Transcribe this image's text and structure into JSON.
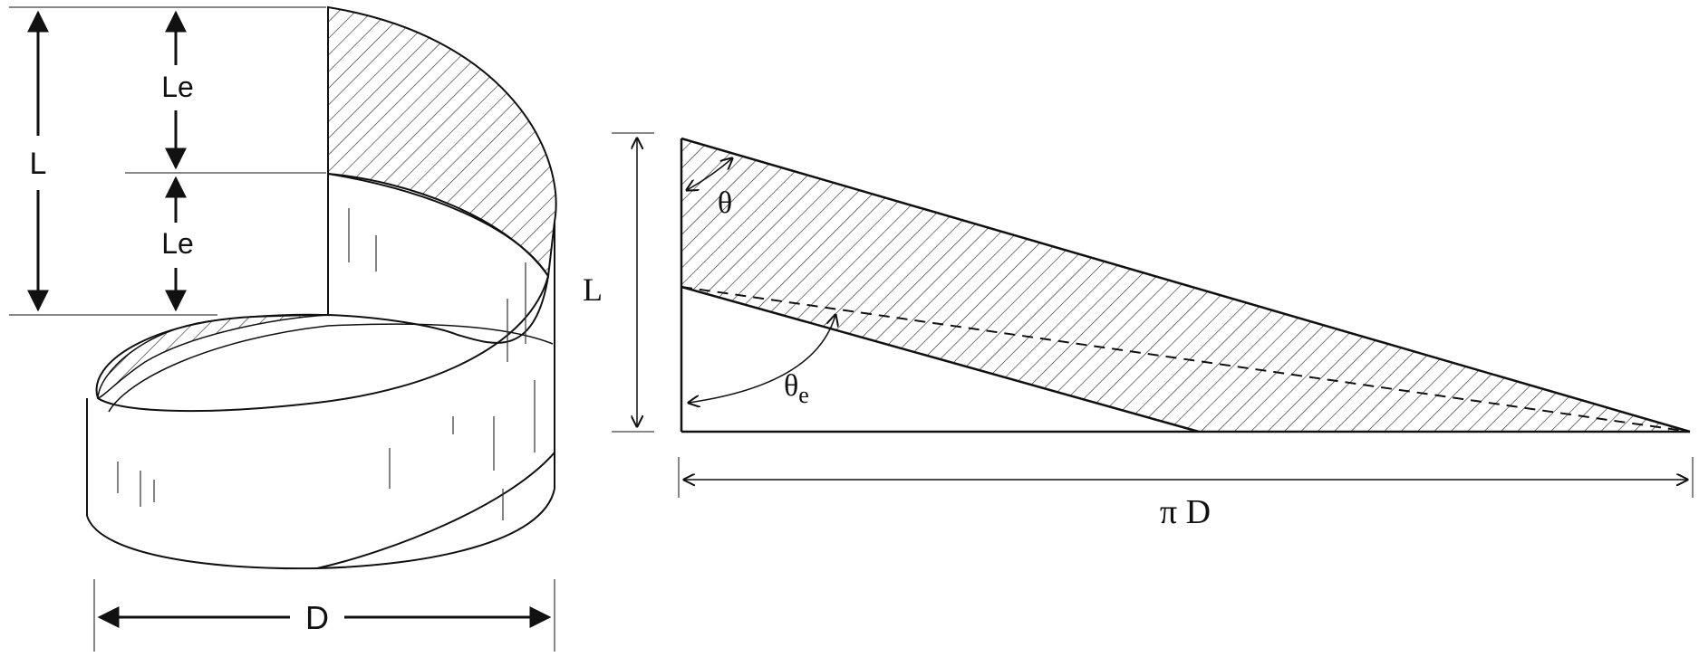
{
  "diagram": {
    "left_figure": {
      "label_L": "L",
      "label_Le_top": "Le",
      "label_Le_bottom": "Le",
      "label_D": "D"
    },
    "right_figure": {
      "label_L": "L",
      "label_theta": "θ",
      "label_theta_e_main": "θ",
      "label_theta_e_sub": "e",
      "label_piD": "π D"
    },
    "colors": {
      "line": "#111111",
      "hatch": "#222222",
      "background": "#ffffff"
    }
  }
}
